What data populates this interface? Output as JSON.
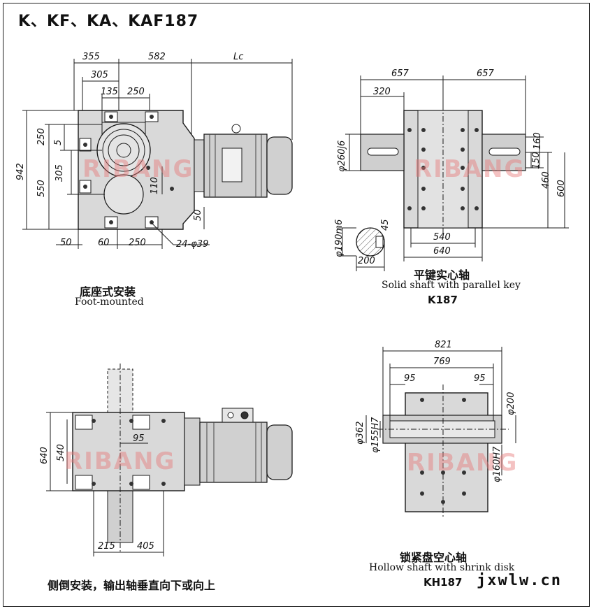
{
  "title": "K、KF、KA、KAF187",
  "watermark": "RIBANG",
  "captions": {
    "foot_cn": "底座式安装",
    "foot_en": "Foot-mounted",
    "solid_cn": "平键实心轴",
    "solid_en": "Solid shaft with parallel key",
    "solid_model": "K187",
    "hollow_cn": "锁紧盘空心轴",
    "hollow_en": "Hollow shaft with shrink disk",
    "hollow_model": "KH187",
    "side_cn": "侧倒安装，输出轴垂直向下或向上",
    "site": "jxwlw.cn"
  },
  "dims": {
    "d355": "355",
    "d582": "582",
    "dLc": "Lc",
    "d305a": "305",
    "d135": "135",
    "d250a": "250",
    "d942": "942",
    "d250b": "250",
    "d5": "5",
    "d305b": "305",
    "d550": "550",
    "d110": "110",
    "d50a": "50",
    "d50b": "50",
    "d60": "60",
    "d250c": "250",
    "d24phi39": "24-φ39",
    "d657a": "657",
    "d657b": "657",
    "d320": "320",
    "d260j6": "φ260j6",
    "d160": "160",
    "d150": "150",
    "d460": "460",
    "d600": "600",
    "d190m6": "φ190m6",
    "d45": "45",
    "d200a": "200",
    "d540a": "540",
    "d640a": "640",
    "d821": "821",
    "d769": "769",
    "d95a": "95",
    "d95b": "95",
    "d362": "φ362",
    "d155H7": "φ155H7",
    "d200b": "φ200",
    "d160H7": "φ160H7",
    "d640b": "640",
    "d540b": "540",
    "d95c": "95",
    "d215": "215",
    "d405": "405"
  },
  "colors": {
    "housing": "#d9d9d9",
    "line": "#1a1a1a",
    "shaft": "#b8b8b8",
    "watermark": "#e67878"
  }
}
